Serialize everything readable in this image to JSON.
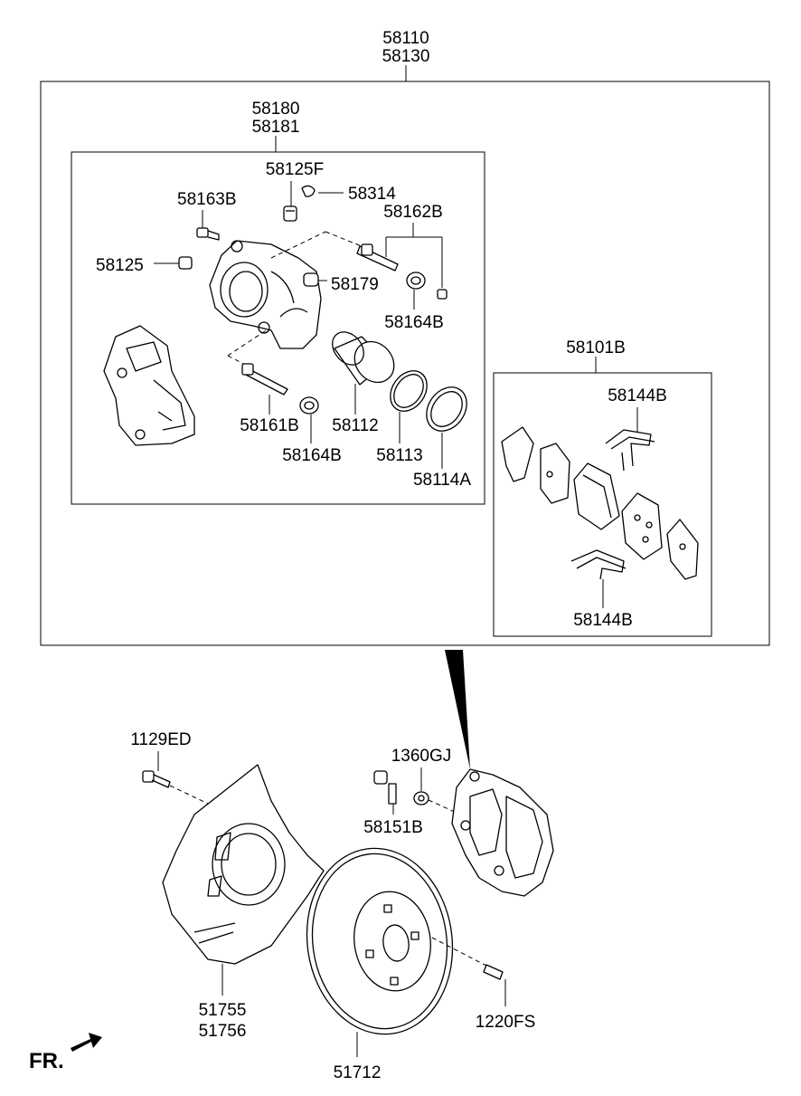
{
  "labels": {
    "l58110": "58110",
    "l58130": "58130",
    "l58180": "58180",
    "l58181": "58181",
    "l58125F": "58125F",
    "l58314": "58314",
    "l58163B": "58163B",
    "l58162B": "58162B",
    "l58125": "58125",
    "l58179": "58179",
    "l58164B_top": "58164B",
    "l58161B": "58161B",
    "l58112": "58112",
    "l58164B_bottom": "58164B",
    "l58113": "58113",
    "l58114A": "58114A",
    "l58101B": "58101B",
    "l58144B_top": "58144B",
    "l58144B_bottom": "58144B",
    "l1129ED": "1129ED",
    "l1360GJ": "1360GJ",
    "l58151B": "58151B",
    "l51755": "51755",
    "l51756": "51756",
    "l1220FS": "1220FS",
    "l51712": "51712",
    "fr": "FR."
  }
}
